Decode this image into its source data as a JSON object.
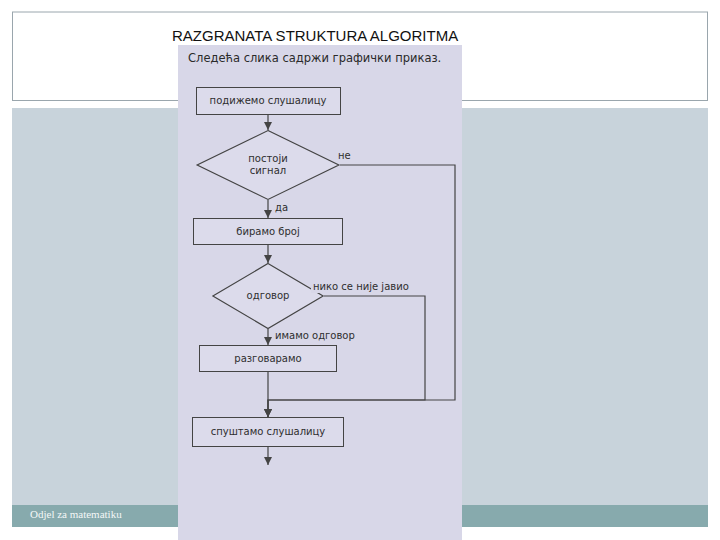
{
  "diagram": {
    "title": "RAZGRANATA STRUKTURA ALGORITMA",
    "nodes": [
      {
        "text": [
          "подижемо слушалицу"
        ]
      },
      {
        "text": [
          "постоји сигнал"
        ]
      },
      {
        "text": [
          "бирамо број"
        ]
      },
      {
        "text": [
          "одговор"
        ]
      },
      {
        "text": [
          "разговарамо"
        ]
      },
      {
        "text": [
          "спуштамо слушалицу"
        ]
      }
    ],
    "edges": [
      {
        "from": 0,
        "to": 1,
        "arrow": "to"
      },
      {
        "from": 1,
        "to": 2,
        "label": "да",
        "arrow": "to"
      },
      {
        "from": 1,
        "to": 5,
        "label": "не",
        "arrow": "to"
      },
      {
        "from": 2,
        "to": 3,
        "arrow": "to"
      },
      {
        "from": 3,
        "to": 4,
        "label": "имамо одговор",
        "arrow": "to"
      },
      {
        "from": 3,
        "to": 5,
        "label": "нико се није јавио",
        "arrow": "to"
      },
      {
        "from": 4,
        "to": 5,
        "arrow": "to"
      }
    ],
    "labels": [
      "Следећа слика садржи графички приказ.",
      "Odjel za matematiku"
    ]
  }
}
